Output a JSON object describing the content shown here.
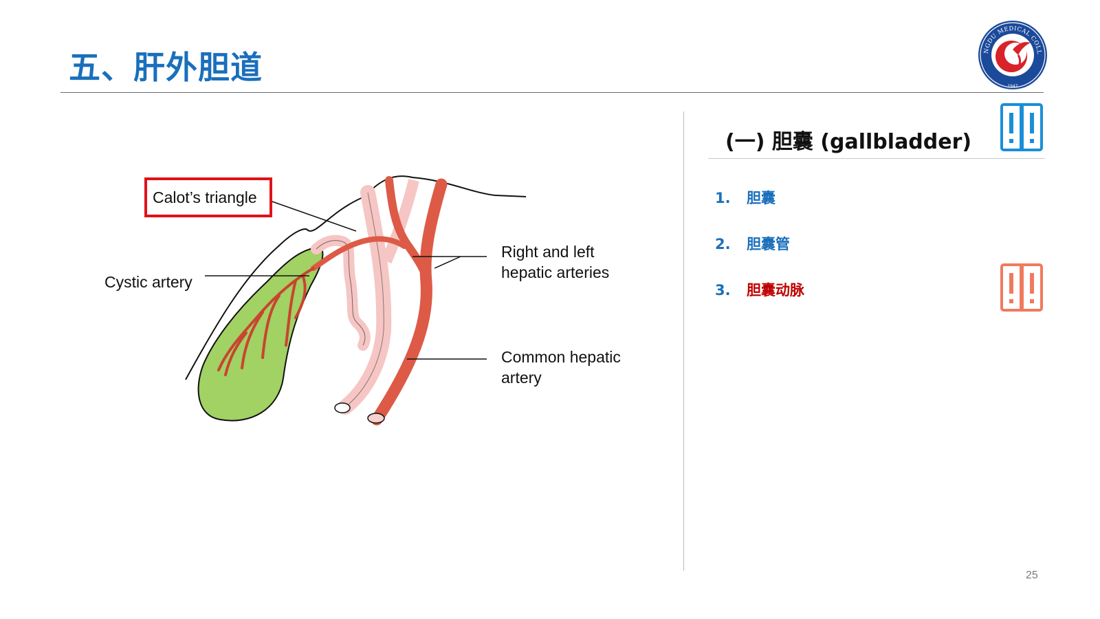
{
  "slide": {
    "title": "五、肝外胆道",
    "page_number": "25"
  },
  "logo": {
    "text": "CHENGDU MEDICAL COLLEGE",
    "year": "1947",
    "primary_color": "#1c4a9a",
    "accent_color": "#d8232a"
  },
  "diagram": {
    "labels": {
      "calot_triangle": "Calot’s triangle",
      "cystic_artery": "Cystic artery",
      "right_left_hepatic_line1": "Right and left",
      "right_left_hepatic_line2": "hepatic arteries",
      "common_hepatic_line1": "Common hepatic",
      "common_hepatic_line2": "artery"
    },
    "colors": {
      "gallbladder": "#a2d164",
      "artery": "#dd5a47",
      "duct": "#f5c6c4",
      "highlight_box": "#e01218"
    }
  },
  "panel": {
    "section_title": "(一) 胆囊 (gallbladder)",
    "items": [
      {
        "number": "1.",
        "text": "胆囊",
        "active": false
      },
      {
        "number": "2.",
        "text": "胆囊管",
        "active": false
      },
      {
        "number": "3.",
        "text": "胆囊动脉",
        "active": true
      }
    ],
    "badge_colors": {
      "top": "#1a8ed8",
      "side": "#f07a5e"
    }
  }
}
